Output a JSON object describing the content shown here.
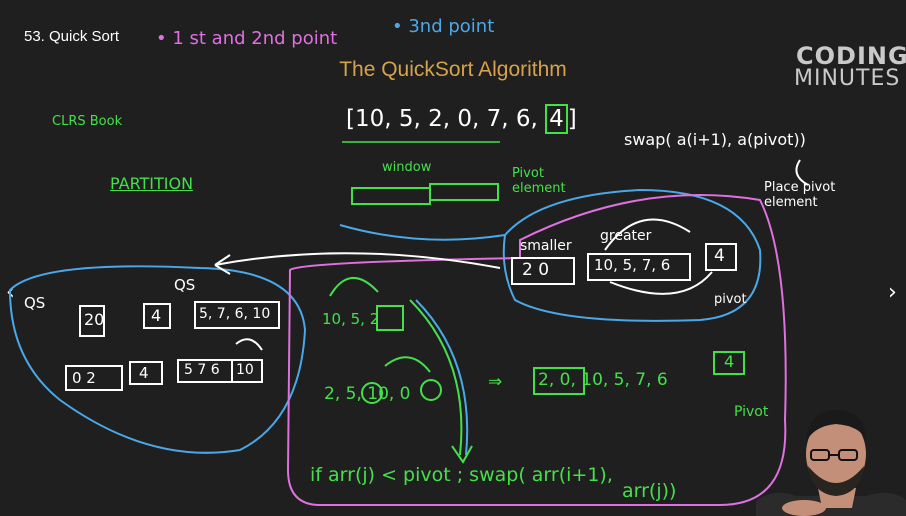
{
  "lesson": {
    "title": "53. Quick Sort"
  },
  "slide": {
    "title": "The QuickSort Algorithm"
  },
  "array": {
    "open": "[",
    "body": "10, 5, 2, 0, 7, 6, ",
    "pivot": "4",
    "close": "]"
  },
  "logo": {
    "line1": "CODING",
    "line2": "MINUTES"
  },
  "nav": {
    "prev": "‹",
    "next": "›"
  },
  "notes": {
    "point1": "• 1 st and 2nd point",
    "point2": "• 3nd point",
    "clrs": "CLRS Book",
    "partition": "PARTITION",
    "window": "window",
    "pivot_element": "Pivot element",
    "swap": "swap( a(i+1), a(pivot))",
    "place_pivot": "Place pivot element",
    "smaller": "smaller",
    "greater": "greater",
    "smaller_vals": "2 0",
    "greater_vals": "10, 5, 7, 6",
    "pivot_val": "4",
    "pivot_label": "pivot",
    "qs1": "QS",
    "qs2": "QS",
    "left_groups": [
      "20",
      "4",
      "5, 7, 6, 10"
    ],
    "left_row2": [
      "0 2",
      "4",
      "5 7 6",
      "10"
    ],
    "step1": "10, 5, 2",
    "step2": "2, 5, 10, 0",
    "result": "2, 0, 10, 5, 7, 6",
    "result_pivot": "4",
    "result_pivot_label": "Pivot",
    "code1": "if arr(j) < pivot ; swap( arr(i+1),",
    "code2": "arr(j))"
  },
  "colors": {
    "green": "#44e04a",
    "pink": "#e070e0",
    "cyan": "#4aa8e8",
    "gold": "#d6a24a"
  }
}
